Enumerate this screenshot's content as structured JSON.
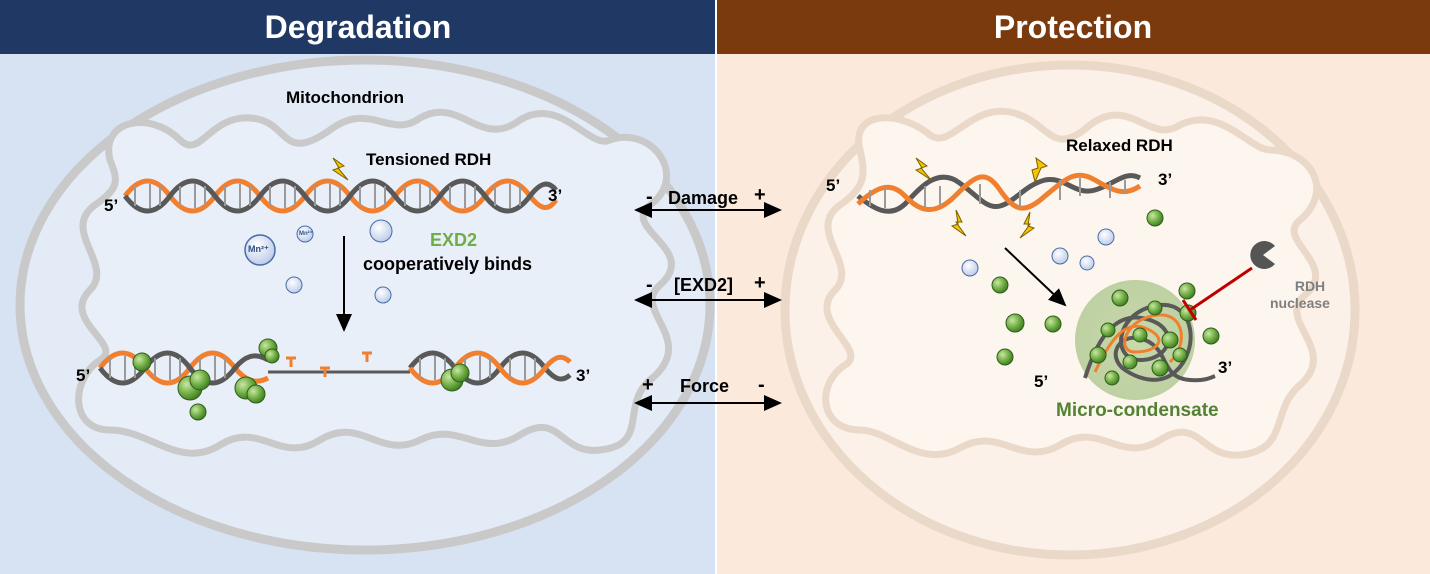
{
  "panels": {
    "left": {
      "title": "Degradation"
    },
    "right": {
      "title": "Protection"
    }
  },
  "left_labels": {
    "organelle": "Mitochondrion",
    "dna_state": "Tensioned RDH",
    "end5_top": "5’",
    "end3_top": "3’",
    "end5_bottom": "5’",
    "end3_bottom": "3’",
    "protein": "EXD2",
    "binding": "cooperatively binds",
    "ion_large": "Mn²⁺",
    "ion_small": "Mn²⁺"
  },
  "center_arrows": [
    {
      "left_sign": "-",
      "label": "Damage",
      "right_sign": "+"
    },
    {
      "left_sign": "-",
      "label": "[EXD2]",
      "right_sign": "+"
    },
    {
      "left_sign": "+",
      "label": "Force",
      "right_sign": "-"
    }
  ],
  "right_labels": {
    "dna_state": "Relaxed RDH",
    "end5_top": "5’",
    "end3_top": "3’",
    "end5_bottom": "5’",
    "end3_bottom": "3’",
    "nuclease_line1": "RDH",
    "nuclease_line2": "nuclease",
    "condensate": "Micro-condensate"
  },
  "colors": {
    "degradation_banner": "#1f3864",
    "protection_banner": "#7a3a0d",
    "exd2_green": "#70ad47",
    "condensate_text": "#548235",
    "rna_orange": "#f08030",
    "dna_gray": "#595959",
    "inhibit_red": "#c00000"
  }
}
